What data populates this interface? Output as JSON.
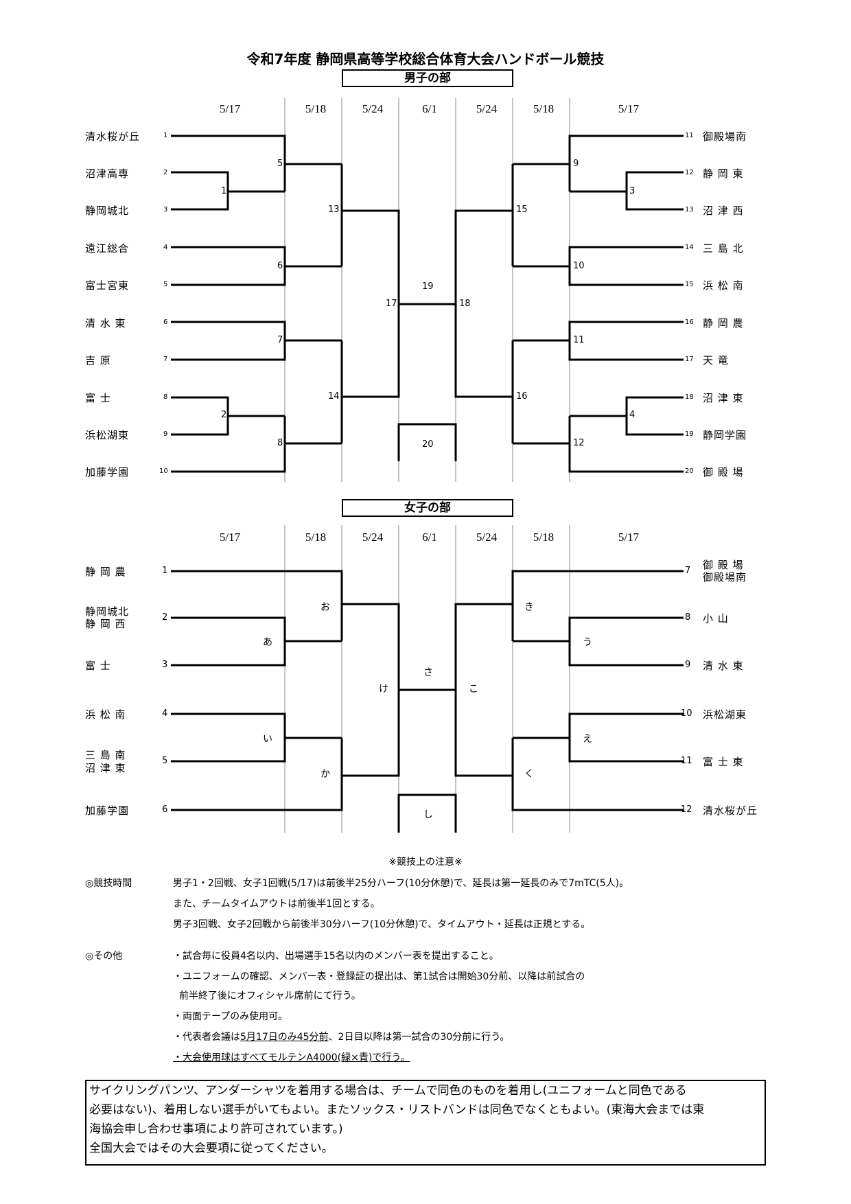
{
  "title": "令和7年度  静岡県高等学校総合体育大会ハンドボール競技",
  "men": {
    "heading": "男子の部",
    "dates": [
      "5/17",
      "5/18",
      "5/24",
      "6/1",
      "5/24",
      "5/18",
      "5/17"
    ],
    "left_teams": [
      {
        "name": "清水桜が丘",
        "seed": "1"
      },
      {
        "name": "沼津高専",
        "seed": "2"
      },
      {
        "name": "静岡城北",
        "seed": "3"
      },
      {
        "name": "遠江総合",
        "seed": "4"
      },
      {
        "name": "富士宮東",
        "seed": "5"
      },
      {
        "name": "清 水 東",
        "seed": "6"
      },
      {
        "name": "吉     原",
        "seed": "7"
      },
      {
        "name": "富     士",
        "seed": "8"
      },
      {
        "name": "浜松湖東",
        "seed": "9"
      },
      {
        "name": "加藤学園",
        "seed": "10"
      }
    ],
    "right_teams": [
      {
        "name": "御殿場南",
        "seed": "11"
      },
      {
        "name": "静 岡 東",
        "seed": "12"
      },
      {
        "name": "沼 津 西",
        "seed": "13"
      },
      {
        "name": "三 島 北",
        "seed": "14"
      },
      {
        "name": "浜 松 南",
        "seed": "15"
      },
      {
        "name": "静 岡 農",
        "seed": "16"
      },
      {
        "name": "天     竜",
        "seed": "17"
      },
      {
        "name": "沼 津 東",
        "seed": "18"
      },
      {
        "name": "静岡学園",
        "seed": "19"
      },
      {
        "name": "御 殿 場",
        "seed": "20"
      }
    ],
    "games": [
      "1",
      "2",
      "3",
      "4",
      "5",
      "6",
      "7",
      "8",
      "9",
      "10",
      "11",
      "12",
      "13",
      "14",
      "15",
      "16",
      "17",
      "18",
      "19",
      "20"
    ]
  },
  "women": {
    "heading": "女子の部",
    "dates": [
      "5/17",
      "5/18",
      "5/24",
      "6/1",
      "5/24",
      "5/18",
      "5/17"
    ],
    "left_teams": [
      {
        "name": "静 岡 農",
        "name2": "",
        "seed": "1"
      },
      {
        "name": "静岡城北",
        "name2": "静 岡 西",
        "seed": "2"
      },
      {
        "name": "富     士",
        "name2": "",
        "seed": "3"
      },
      {
        "name": "浜 松 南",
        "name2": "",
        "seed": "4"
      },
      {
        "name": "三 島 南",
        "name2": "沼 津 東",
        "seed": "5"
      },
      {
        "name": "加藤学園",
        "name2": "",
        "seed": "6"
      }
    ],
    "right_teams": [
      {
        "name": "御 殿 場",
        "name2": "御殿場南",
        "seed": "7"
      },
      {
        "name": "小     山",
        "name2": "",
        "seed": "8"
      },
      {
        "name": "清 水 東",
        "name2": "",
        "seed": "9"
      },
      {
        "name": "浜松湖東",
        "name2": "",
        "seed": "10"
      },
      {
        "name": "富 士 東",
        "name2": "",
        "seed": "11"
      },
      {
        "name": "清水桜が丘",
        "name2": "",
        "seed": "12"
      }
    ],
    "games": [
      "あ",
      "い",
      "う",
      "え",
      "お",
      "か",
      "き",
      "く",
      "け",
      "こ",
      "さ",
      "し"
    ]
  },
  "notes": {
    "heading": "※競技上の注意※",
    "time_label": "◎競技時間",
    "time_lines": [
      "男子1・2回戦、女子1回戦(5/17)は前後半25分ハーフ(10分休憩)で、延長は第一延長のみで7mTC(5人)。",
      "また、チームタイムアウトは前後半1回とする。",
      "男子3回戦、女子2回戦から前後半30分ハーフ(10分休憩)で、タイムアウト・延長は正規とする。"
    ],
    "other_label": "◎その他",
    "other_lines": [
      "・試合毎に役員4名以内、出場選手15名以内のメンバー表を提出すること。",
      "・ユニフォームの確認、メンバー表・登録証の提出は、第1試合は開始30分前、以降は前試合の",
      "  前半終了後にオフィシャル席前にて行う。",
      "・両面テープのみ使用可。"
    ],
    "meeting_pre": "・代表者会議は",
    "meeting_ul": "5月17日のみ45分前",
    "meeting_post": "、2日目以降は第一試合の30分前に行う。",
    "ball_line": "・大会使用球はすべてモルテンA4000(緑×青)で行う。"
  },
  "box_lines": [
    "サイクリングパンツ、アンダーシャツを着用する場合は、チームで同色のものを着用し(ユニフォームと同色である",
    "必要はない)、着用しない選手がいてもよい。またソックス・リストバンドは同色でなくともよい。(東海大会までは東",
    "海協会申し合わせ事項により許可されています。)",
    "全国大会ではその大会要項に従ってください。"
  ]
}
